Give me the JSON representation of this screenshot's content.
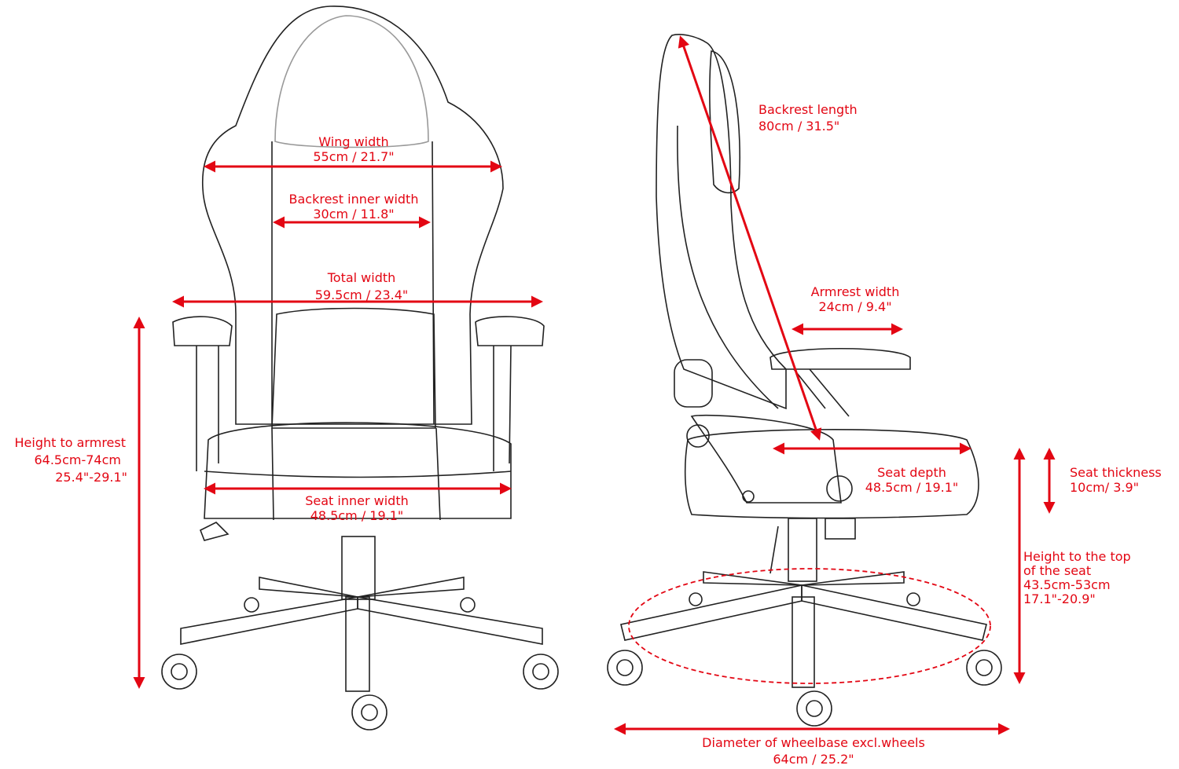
{
  "accent_color": "#e30613",
  "front_view": {
    "wing_width": {
      "label": "Wing width",
      "value": "55cm / 21.7\""
    },
    "backrest_inner_width": {
      "label": "Backrest inner width",
      "value": "30cm  / 11.8\""
    },
    "total_width": {
      "label": "Total width",
      "value": "59.5cm / 23.4\""
    },
    "height_to_armrest": {
      "label": "Height to armrest",
      "value_cm": "64.5cm-74cm",
      "value_in": "25.4\"-29.1\""
    },
    "seat_inner_width": {
      "label": "Seat inner width",
      "value": "48.5cm / 19.1\""
    }
  },
  "side_view": {
    "backrest_length": {
      "label": "Backrest length",
      "value": "80cm  / 31.5\""
    },
    "armrest_width": {
      "label": "Armrest width",
      "value": "24cm / 9.4\""
    },
    "seat_depth": {
      "label": "Seat depth",
      "value": "48.5cm / 19.1\""
    },
    "seat_thickness": {
      "label": "Seat thickness",
      "value": "10cm/ 3.9\""
    },
    "height_to_seat": {
      "label_line1": "Height to the top",
      "label_line2": "of the seat",
      "value_cm": "43.5cm-53cm",
      "value_in": "17.1\"-20.9\""
    },
    "wheelbase_diameter": {
      "label": "Diameter of wheelbase excl.wheels",
      "value": "64cm / 25.2\""
    }
  }
}
